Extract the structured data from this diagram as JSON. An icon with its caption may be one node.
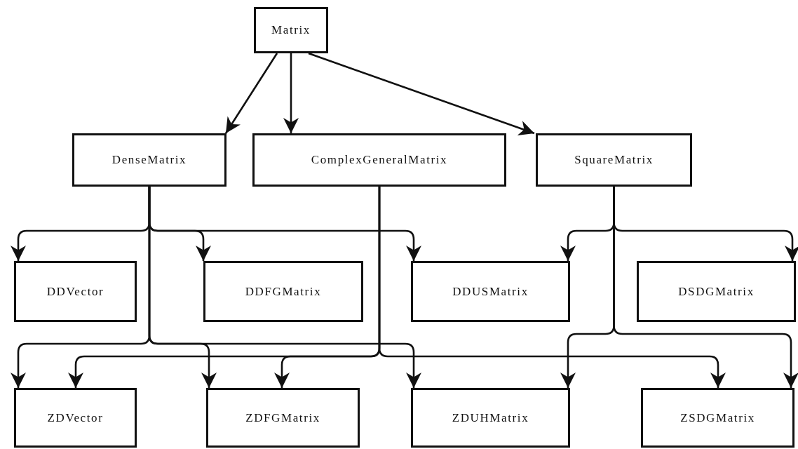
{
  "diagram": {
    "nodes": [
      {
        "text": [
          "Matrix"
        ]
      },
      {
        "text": [
          "DenseMatrix"
        ]
      },
      {
        "text": [
          "ComplexGeneralMatrix"
        ]
      },
      {
        "text": [
          "SquareMatrix"
        ]
      },
      {
        "text": [
          "DDVector"
        ]
      },
      {
        "text": [
          "DDFGMatrix"
        ]
      },
      {
        "text": [
          "DDUSMatrix"
        ]
      },
      {
        "text": [
          "DSDGMatrix"
        ]
      },
      {
        "text": [
          "ZDVector"
        ]
      },
      {
        "text": [
          "ZDFGMatrix"
        ]
      },
      {
        "text": [
          "ZDUHMatrix"
        ]
      },
      {
        "text": [
          "ZSDGMatrix"
        ]
      }
    ],
    "edges": [
      {
        "from": 0,
        "to": 1,
        "arrow": "to"
      },
      {
        "from": 0,
        "to": 2,
        "arrow": "to"
      },
      {
        "from": 0,
        "to": 3,
        "arrow": "to"
      },
      {
        "from": 1,
        "to": 4,
        "arrow": "to"
      },
      {
        "from": 1,
        "to": 5,
        "arrow": "to"
      },
      {
        "from": 1,
        "to": 6,
        "arrow": "to"
      },
      {
        "from": 1,
        "to": 8,
        "arrow": "to"
      },
      {
        "from": 1,
        "to": 9,
        "arrow": "to"
      },
      {
        "from": 1,
        "to": 10,
        "arrow": "to"
      },
      {
        "from": 2,
        "to": 8,
        "arrow": "to"
      },
      {
        "from": 2,
        "to": 9,
        "arrow": "to"
      },
      {
        "from": 2,
        "to": 11,
        "arrow": "to"
      },
      {
        "from": 3,
        "to": 6,
        "arrow": "to"
      },
      {
        "from": 3,
        "to": 7,
        "arrow": "to"
      },
      {
        "from": 3,
        "to": 10,
        "arrow": "to"
      },
      {
        "from": 3,
        "to": 11,
        "arrow": "to"
      }
    ]
  }
}
